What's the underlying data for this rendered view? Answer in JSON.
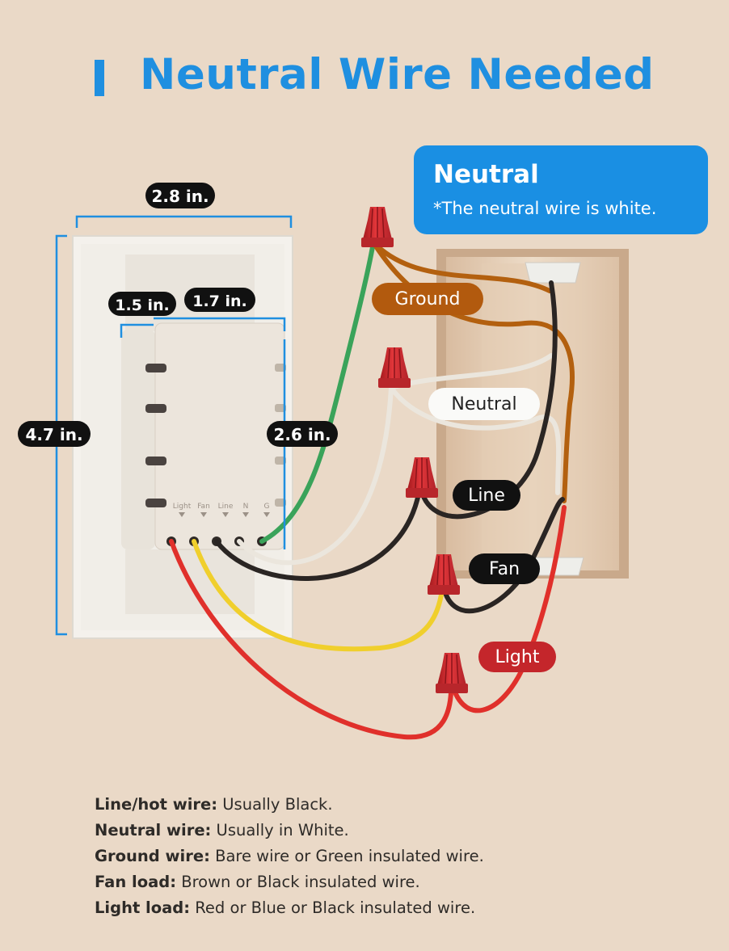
{
  "header": {
    "title": "Neutral Wire Needed"
  },
  "callout": {
    "title": "Neutral",
    "subtitle": "*The neutral wire is white."
  },
  "dimensions": {
    "width": "2.8 in.",
    "height": "4.7 in.",
    "depth_a": "1.5 in.",
    "depth_b": "1.7 in.",
    "module_height": "2.6 in."
  },
  "terminals": [
    "Light",
    "Fan",
    "Line",
    "N",
    "G"
  ],
  "wire_labels": {
    "ground": "Ground",
    "neutral": "Neutral",
    "line": "Line",
    "fan": "Fan",
    "light": "Light"
  },
  "colors": {
    "accent_blue": "#1f8fe0",
    "ground_label": "#b25a0e",
    "light_label": "#c4262b",
    "green_wire": "#3aa35a",
    "red_wire": "#e0302b",
    "yellow_wire": "#f0cf2c",
    "brown_wire": "#b3600f",
    "white_wire": "#ebe6dd",
    "black_wire": "#2a2523"
  },
  "icons": [
    "wire-nut-icon"
  ],
  "legend": [
    {
      "key": "Line/hot wire:",
      "value": " Usually Black."
    },
    {
      "key": "Neutral wire:",
      "value": " Usually in White."
    },
    {
      "key": "Ground wire:",
      "value": " Bare wire or Green insulated wire."
    },
    {
      "key": "Fan load:",
      "value": " Brown or Black insulated wire."
    },
    {
      "key": "Light load:",
      "value": " Red or Blue or Black insulated wire."
    }
  ]
}
